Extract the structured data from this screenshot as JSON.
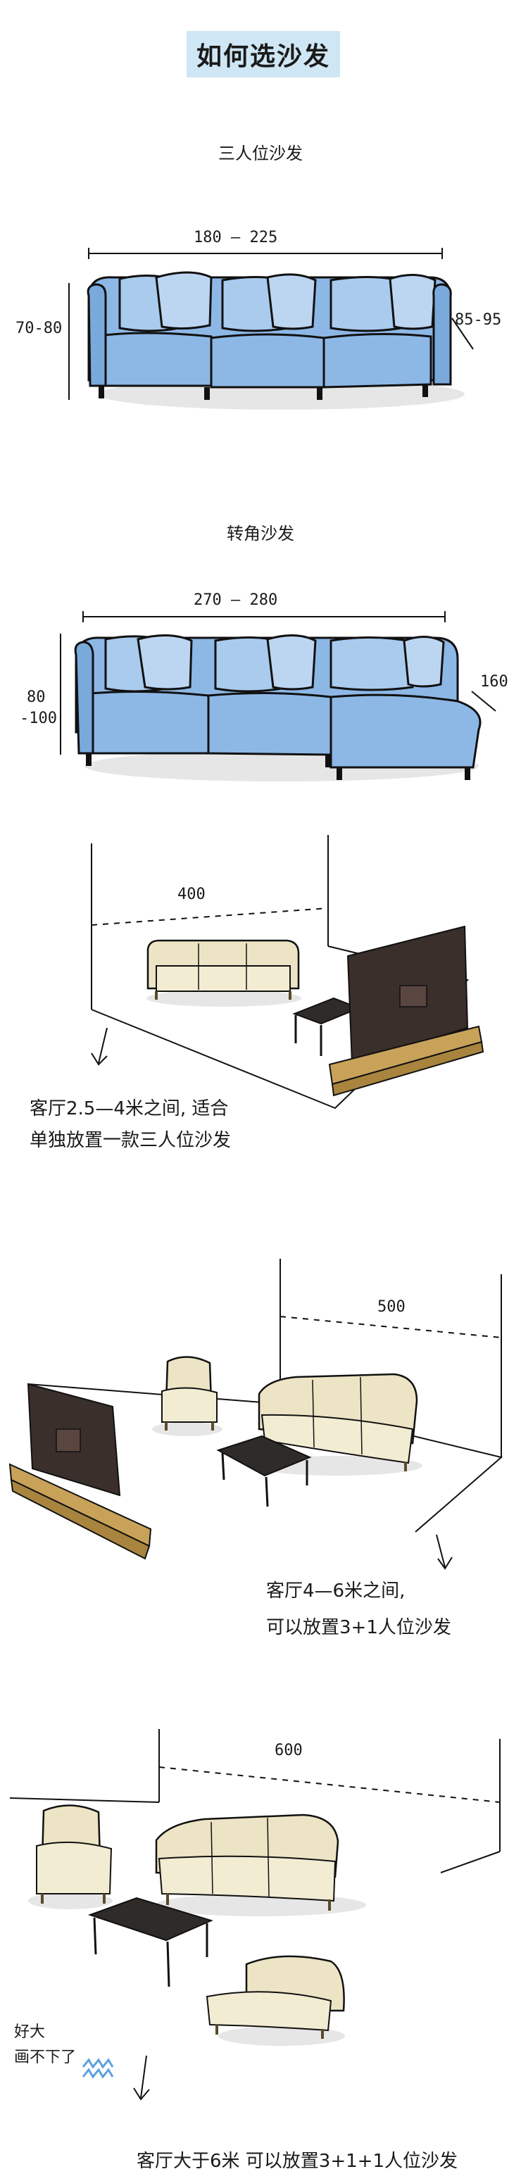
{
  "title": "如何选沙发",
  "sections": {
    "three_seat": {
      "title": "三人位沙发",
      "width": "180 — 225",
      "height": "70-80",
      "depth": "85-95"
    },
    "corner": {
      "title": "转角沙发",
      "width": "270 — 280",
      "height_line1": "80",
      "height_line2": "-100",
      "depth": "160"
    },
    "room_400": {
      "label": "400",
      "caption_line1": "客厅2.5—4米之间, 适合",
      "caption_line2": "单独放置一款三人位沙发"
    },
    "room_500": {
      "label": "500",
      "caption_line1": "客厅4—6米之间,",
      "caption_line2": "可以放置3+1人位沙发"
    },
    "room_600": {
      "label": "600",
      "side_note_line1": "好大",
      "side_note_line2": "画不下了",
      "caption": "客厅大于6米 可以放置3+1+1人位沙发"
    }
  },
  "colors": {
    "sofa_blue": "#8db8e6",
    "cushion_blue": "#a9cbee",
    "title_bg": "#cfe6f4",
    "sofa_beige": "#ece4c4",
    "tv_dark": "#3a2f2b",
    "wood": "#c9a25a"
  }
}
